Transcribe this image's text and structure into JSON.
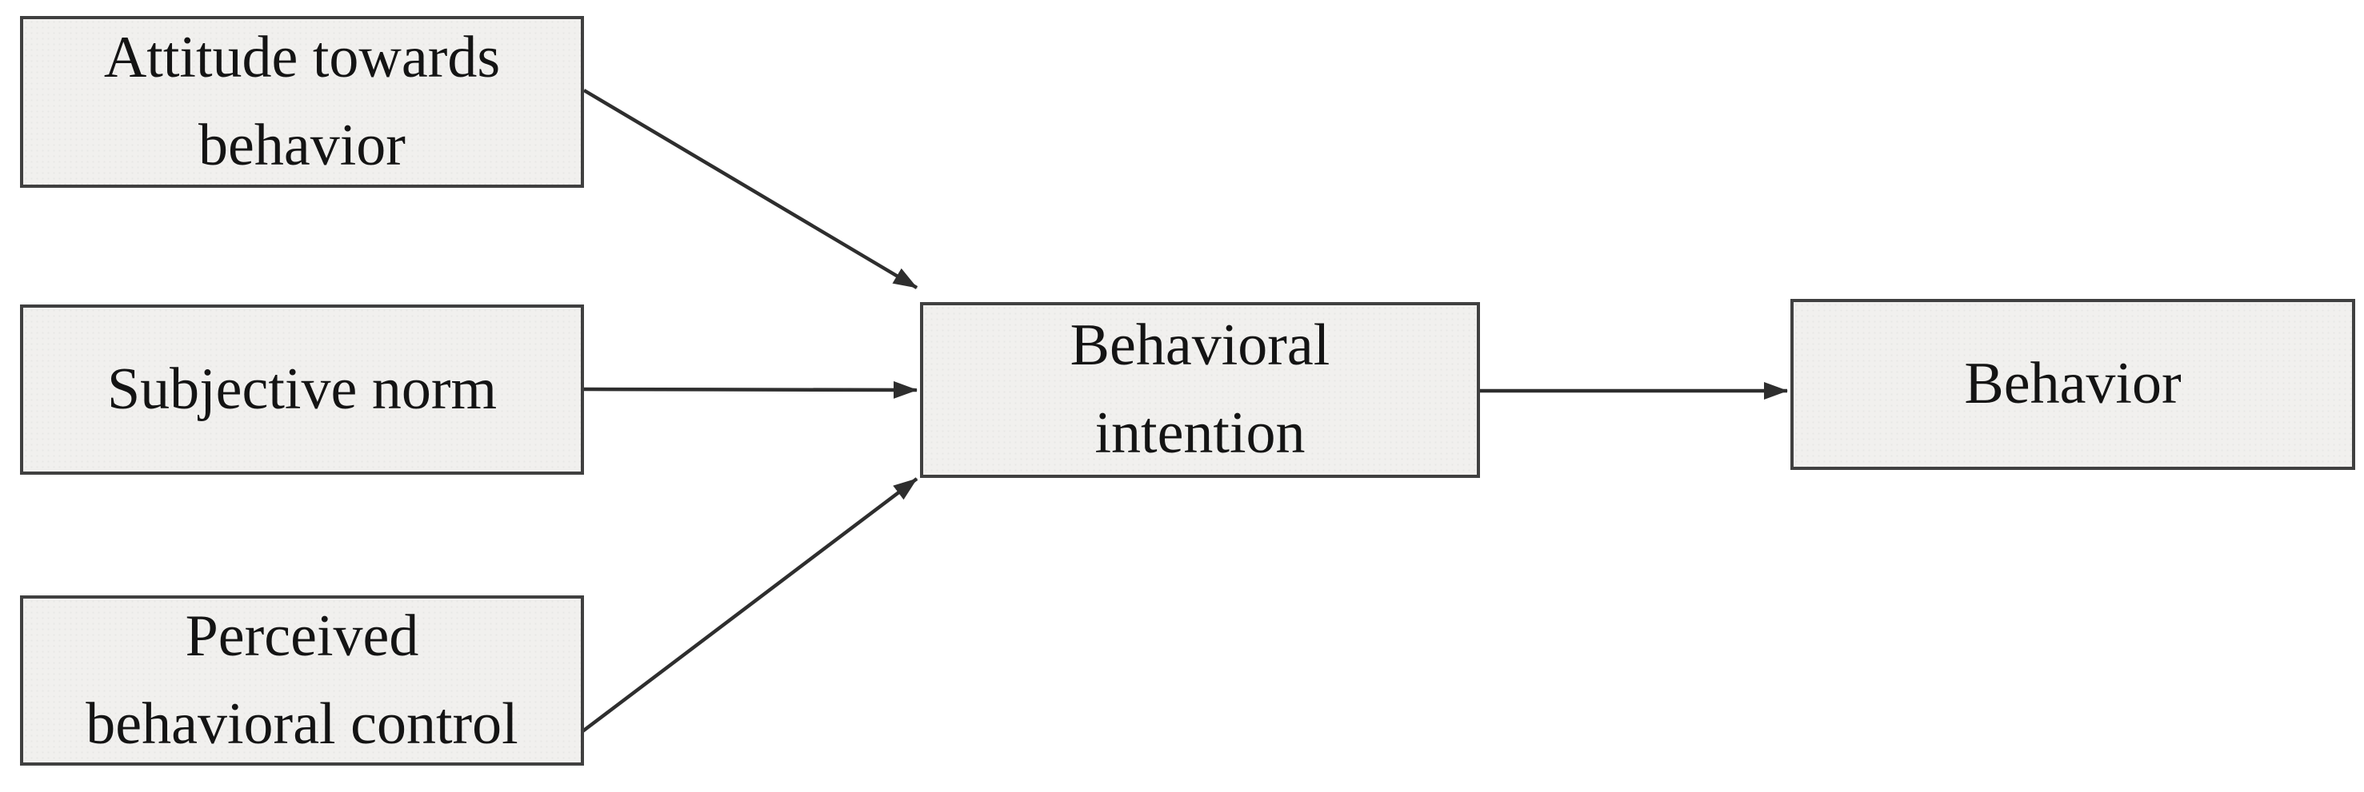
{
  "diagram": {
    "nodes": [
      {
        "id": "attitude",
        "label": "Attitude towards\nbehavior"
      },
      {
        "id": "norm",
        "label": "Subjective norm"
      },
      {
        "id": "pbc",
        "label": "Perceived\nbehavioral control"
      },
      {
        "id": "intention",
        "label": "Behavioral\nintention"
      },
      {
        "id": "behavior",
        "label": "Behavior"
      }
    ],
    "edges": [
      {
        "from": "attitude",
        "to": "intention",
        "style": "solid-arrow"
      },
      {
        "from": "norm",
        "to": "intention",
        "style": "solid-arrow"
      },
      {
        "from": "pbc",
        "to": "intention",
        "style": "solid-arrow"
      },
      {
        "from": "intention",
        "to": "behavior",
        "style": "solid-arrow"
      }
    ],
    "colors": {
      "node_fill": "#f1f0ee",
      "node_border": "#404040",
      "arrow": "#2e2e2e",
      "text": "#141414",
      "background": "#ffffff"
    }
  }
}
